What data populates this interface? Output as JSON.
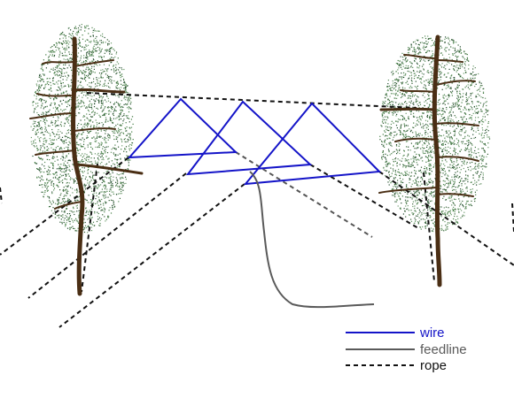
{
  "colors": {
    "wire": "#1414c8",
    "feedline": "#5a5a5a",
    "rope": "#111111",
    "trunk": "#4a2e14",
    "foliage": "#2e5a2e"
  },
  "legend": [
    {
      "key": "wire",
      "label": "wire"
    },
    {
      "key": "feedline",
      "label": "feedline"
    },
    {
      "key": "rope",
      "label": "rope"
    }
  ]
}
